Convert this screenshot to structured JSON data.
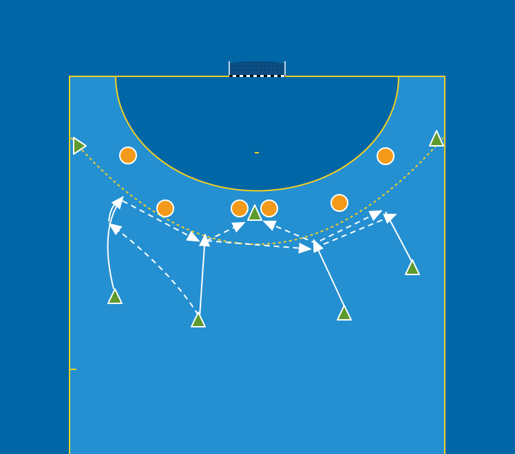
{
  "diagram": {
    "type": "handball-tactics-board",
    "colors": {
      "background": "#0066a6",
      "court": "#2590d1",
      "goal_area": "#0066a6",
      "lines": "#f5d020",
      "defender": "#f39a1a",
      "attacker": "#5e9a2e",
      "arrows": "#ffffff"
    },
    "players": {
      "defenders": 6,
      "attackers": 7
    },
    "icons": [
      "goal-net-icon",
      "defender-circle-icon",
      "attacker-triangle-icon",
      "arrow-icon"
    ]
  }
}
